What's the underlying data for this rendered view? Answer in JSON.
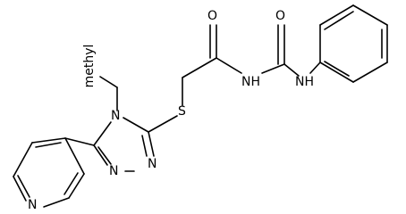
{
  "molecule": {
    "atoms": [
      {
        "id": "o_keto",
        "label": "O"
      },
      {
        "id": "o_urea",
        "label": "O"
      },
      {
        "id": "nh_amide",
        "label": "NH"
      },
      {
        "id": "nh_aniline",
        "label": "NH"
      },
      {
        "id": "s",
        "label": "S"
      },
      {
        "id": "n4",
        "label": "N"
      },
      {
        "id": "methyl",
        "label": "methyl"
      },
      {
        "id": "n2",
        "label": "N"
      },
      {
        "id": "n1",
        "label": "N"
      },
      {
        "id": "n_pyridine",
        "label": "N"
      }
    ]
  }
}
